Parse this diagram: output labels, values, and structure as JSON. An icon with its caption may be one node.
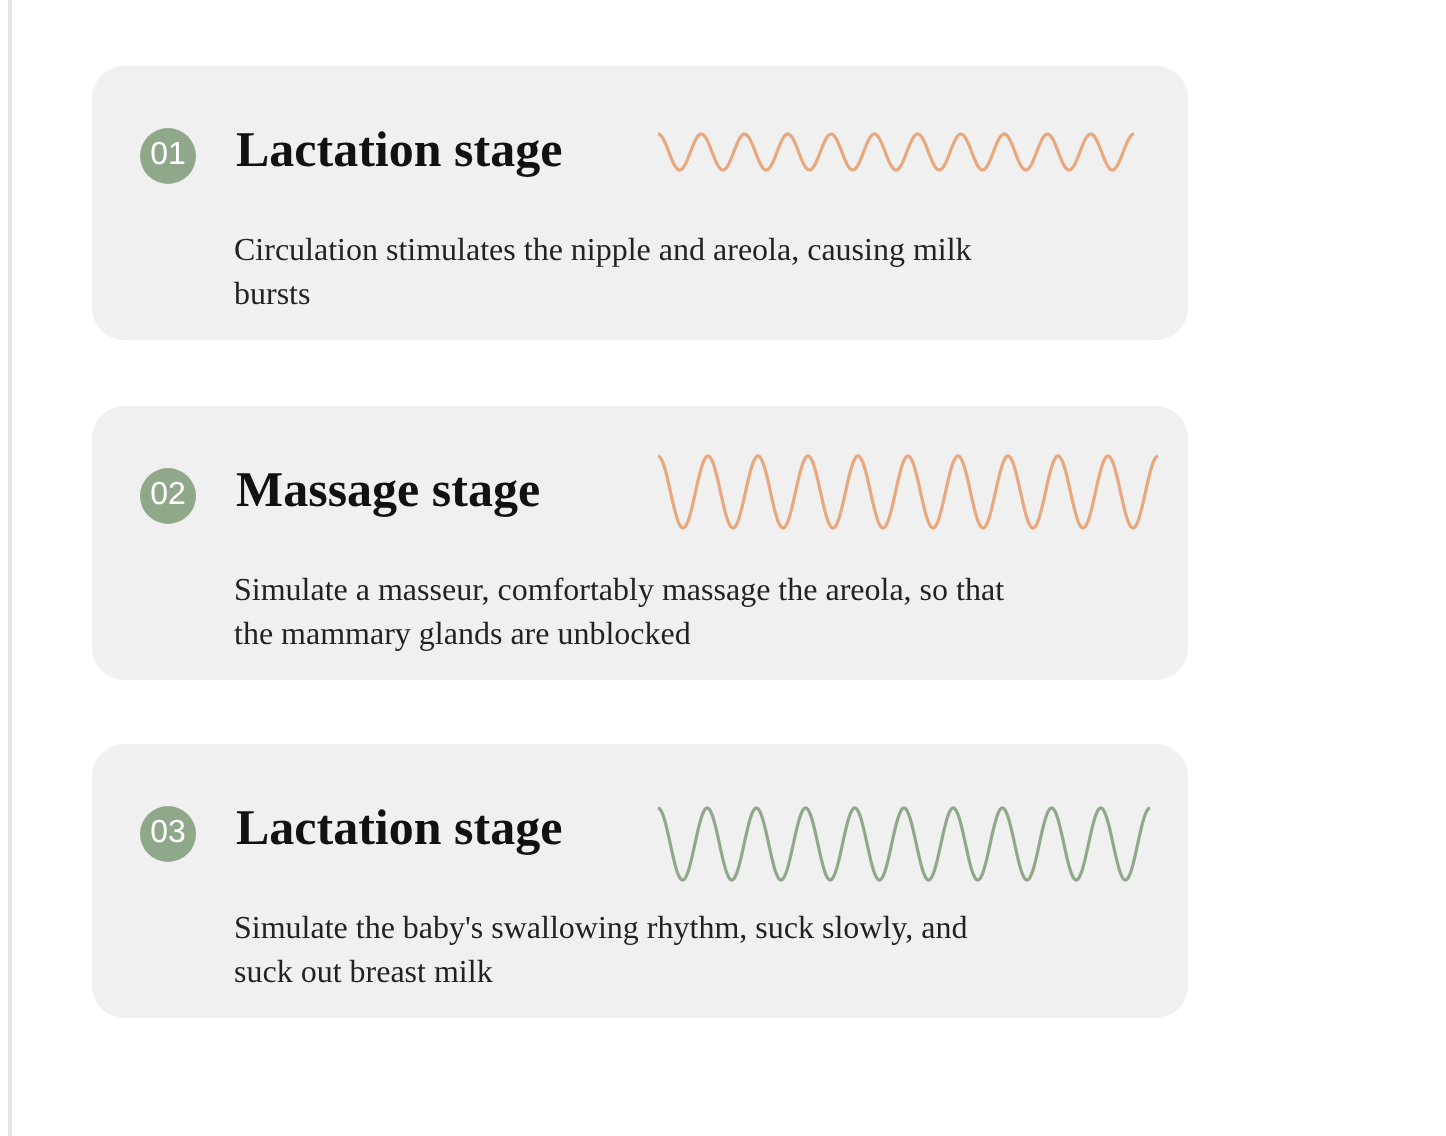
{
  "diagram": {
    "nodes": [
      {
        "text": [
          "Lactation stage",
          "Circulation stimulates the nipple and areola, causing milk bursts"
        ]
      },
      {
        "text": [
          "01"
        ],
        "in": 0
      },
      {
        "text": [
          "Massage stage",
          "Simulate a masseur, comfortably massage the areola, so that the mammary glands are unblocked"
        ]
      },
      {
        "text": [
          "02"
        ],
        "in": 2
      },
      {
        "text": [
          "Lactation stage",
          "Simulate the baby's swallowing rhythm, suck slowly, and suck out breast milk"
        ]
      },
      {
        "text": [
          "03"
        ],
        "in": 4
      }
    ],
    "edges": []
  }
}
